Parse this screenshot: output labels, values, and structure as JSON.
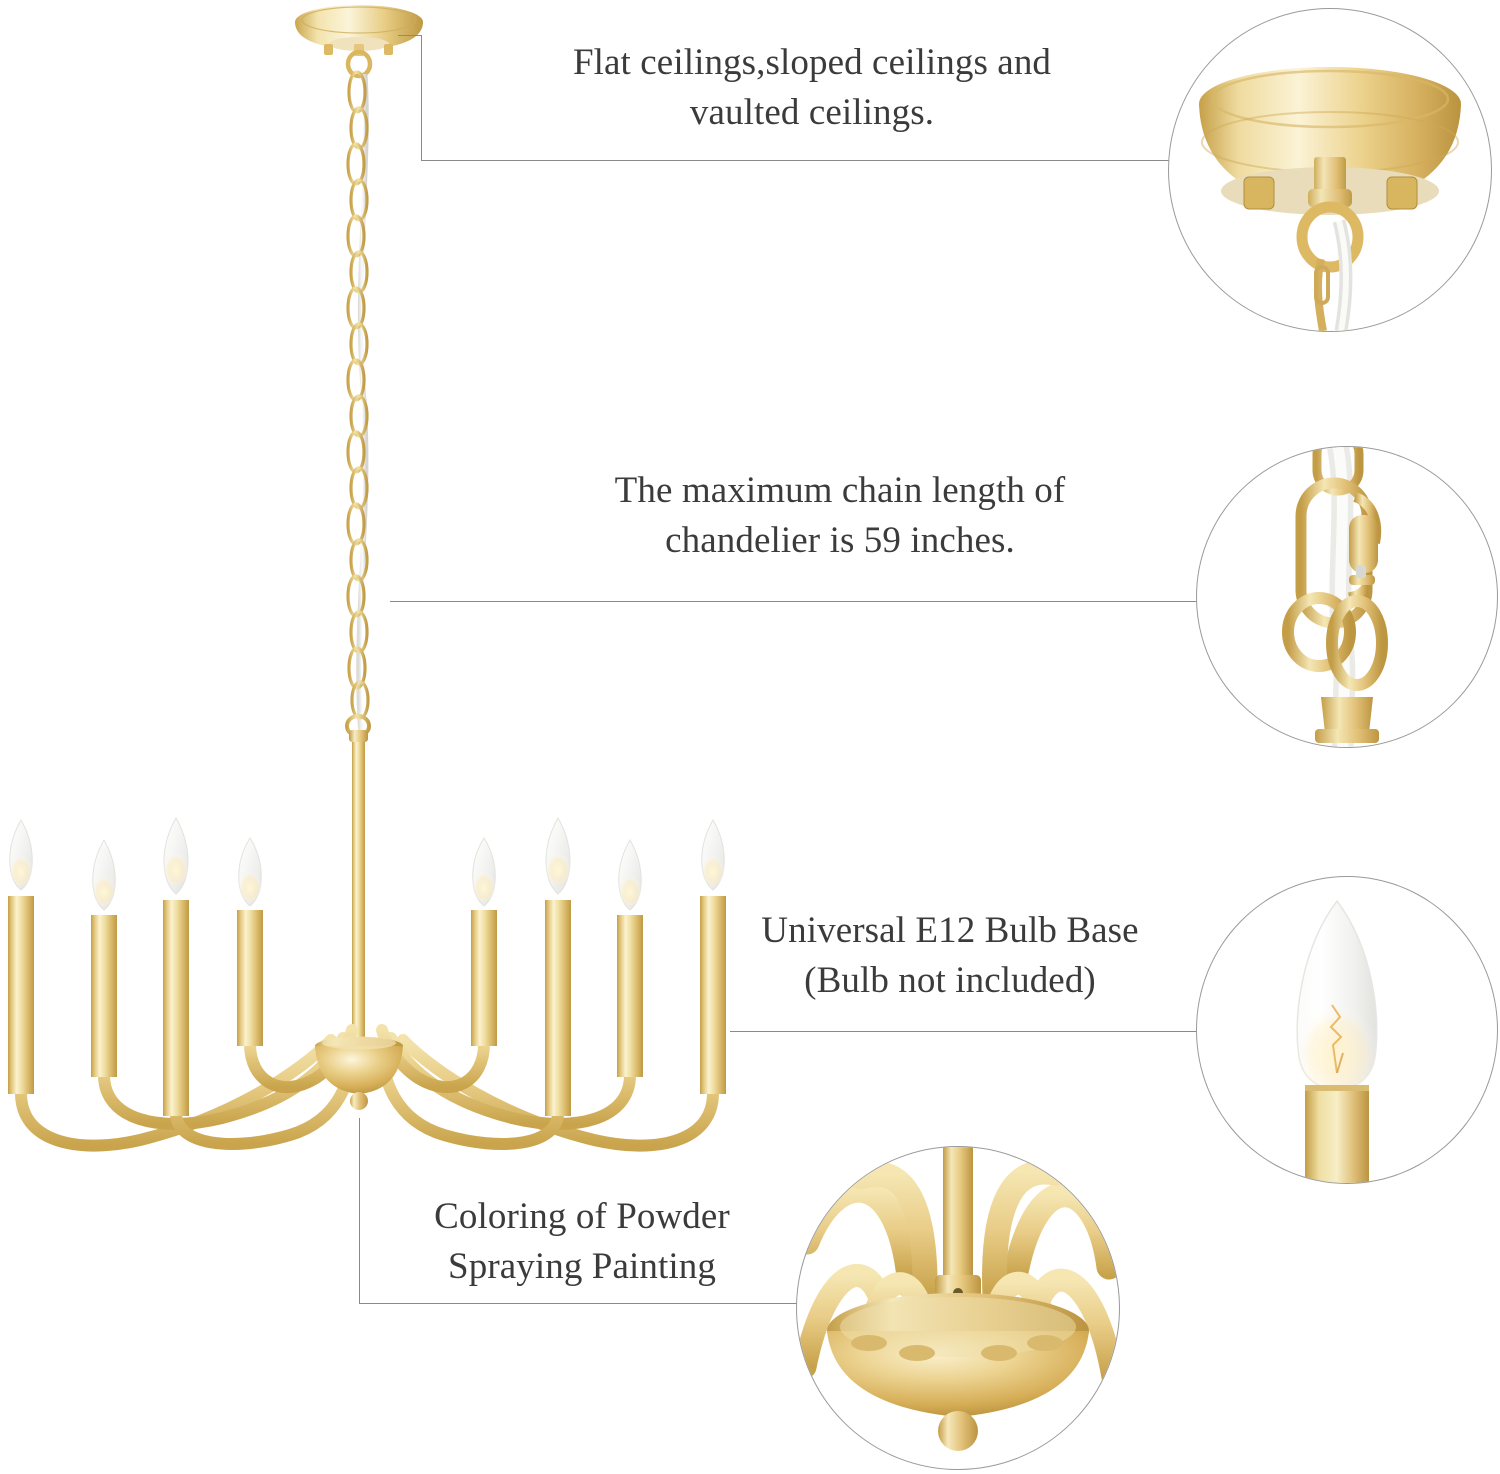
{
  "page": {
    "title": "Chandelier product feature infographic",
    "background_color": "#ffffff",
    "text_color": "#3b3b3b",
    "leader_line_color": "#8a8a8a",
    "gold_colors": {
      "light": "#f7e9b8",
      "mid": "#e6c77a",
      "deep": "#c9a549",
      "shadow": "#b08f3c",
      "highlight": "#fffdf2"
    }
  },
  "callouts": [
    {
      "id": "ceilings",
      "text": "Flat ceilings,sloped ceilings and\nvaulted ceilings.",
      "detail_label": "ceiling-canopy-detail"
    },
    {
      "id": "chain",
      "text": "The maximum chain length of\nchandelier is 59 inches.",
      "detail_label": "chain-link-detail"
    },
    {
      "id": "bulb",
      "text": "Universal E12 Bulb Base\n(Bulb not included)",
      "detail_label": "candle-bulb-detail"
    },
    {
      "id": "powder",
      "text": "Coloring of Powder\nSpraying Painting",
      "detail_label": "center-hub-detail"
    }
  ],
  "product": {
    "name": "8-light gold candle chandelier",
    "arm_count": 8,
    "parts": [
      "ceiling-canopy",
      "hanging-chain",
      "center-rod",
      "center-bowl",
      "finial-ball",
      "candle-arm",
      "candle-sleeve",
      "candle-bulb"
    ]
  },
  "detail_circles": [
    {
      "id": "canopy",
      "name": "ceiling-canopy-detail"
    },
    {
      "id": "chainlink",
      "name": "chain-link-detail"
    },
    {
      "id": "bulb",
      "name": "candle-bulb-detail"
    },
    {
      "id": "hub",
      "name": "center-hub-detail"
    }
  ]
}
